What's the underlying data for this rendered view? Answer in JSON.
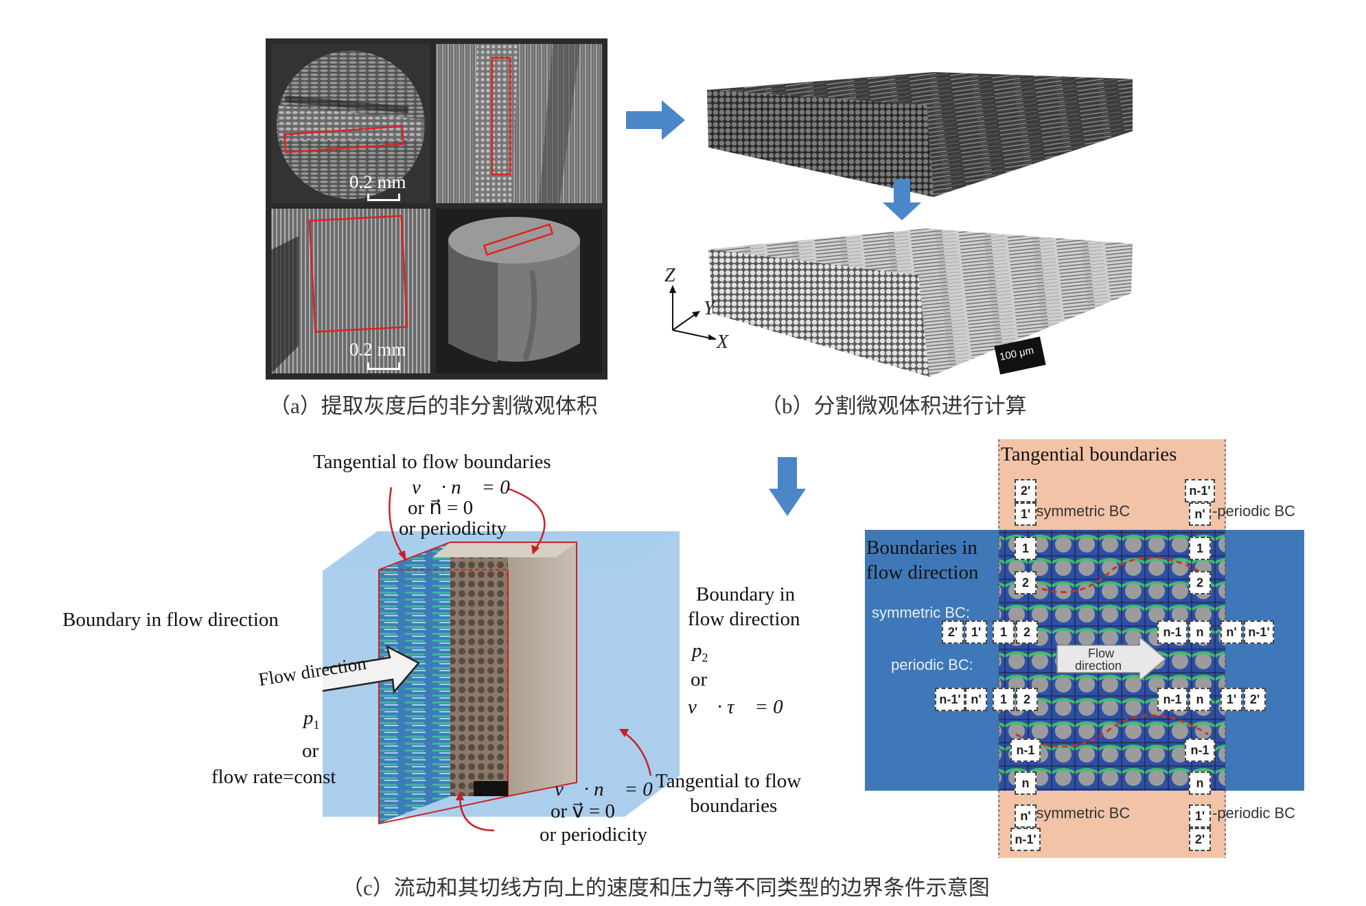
{
  "panel_a": {
    "scale_top": "0.2 mm",
    "scale_bottom": "0.2 mm",
    "caption": "（a）提取灰度后的非分割微观体积"
  },
  "panel_b": {
    "axis_z": "Z",
    "axis_y": "Y",
    "axis_x": "X",
    "scale_label": "100 μm",
    "caption": "（b）分割微观体积进行计算"
  },
  "panel_c_left": {
    "top_title": "Tangential to flow boundaries",
    "top_eq1": "v⃗ · n⃗ = 0",
    "top_eq2": "or  n⃗ = 0",
    "top_eq3": "or periodicity",
    "left_label": "Boundary in flow direction",
    "flow_arrow": "Flow direction",
    "p1": "p",
    "p1_sub": "1",
    "or1": "or",
    "flow_rate": "flow rate=const",
    "right_label_1": "Boundary in",
    "right_label_2": "flow direction",
    "p2": "p",
    "p2_sub": "2",
    "or2": "or",
    "right_eq": "v⃗ · τ⃗ = 0",
    "bottom_eq1": "v⃗ · n⃗ = 0",
    "bottom_eq2": "or  v⃗ = 0",
    "bottom_eq3": "or periodicity",
    "br_label_1": "Tangential to flow",
    "br_label_2": "boundaries"
  },
  "panel_c_right": {
    "title": "Tangential boundaries",
    "left_label_1": "Boundaries in",
    "left_label_2": "flow direction",
    "symmetric_bc_left": "symmetric BC:",
    "periodic_bc_left": "periodic BC:",
    "flow_1": "Flow",
    "flow_2": "direction",
    "sym_top": "-symmetric BC",
    "per_top": "-periodic BC",
    "sym_bottom": "-symmetric BC",
    "per_bottom": "-periodic BC",
    "tags": {
      "t2p": "2'",
      "t1p": "1'",
      "t1": "1",
      "t2": "2",
      "tn1p": "n-1'",
      "tnp": "n'",
      "tn1": "n-1",
      "tn": "n"
    }
  },
  "caption_c": "（c）流动和其切线方向上的速度和压力等不同类型的边界条件示意图",
  "colors": {
    "arrow_blue": "#4a86c8",
    "fluid_blue": "#3f78b8",
    "box_blue": "#7fb0df",
    "peach": "#f2c3a6",
    "red_line": "#d02020"
  }
}
